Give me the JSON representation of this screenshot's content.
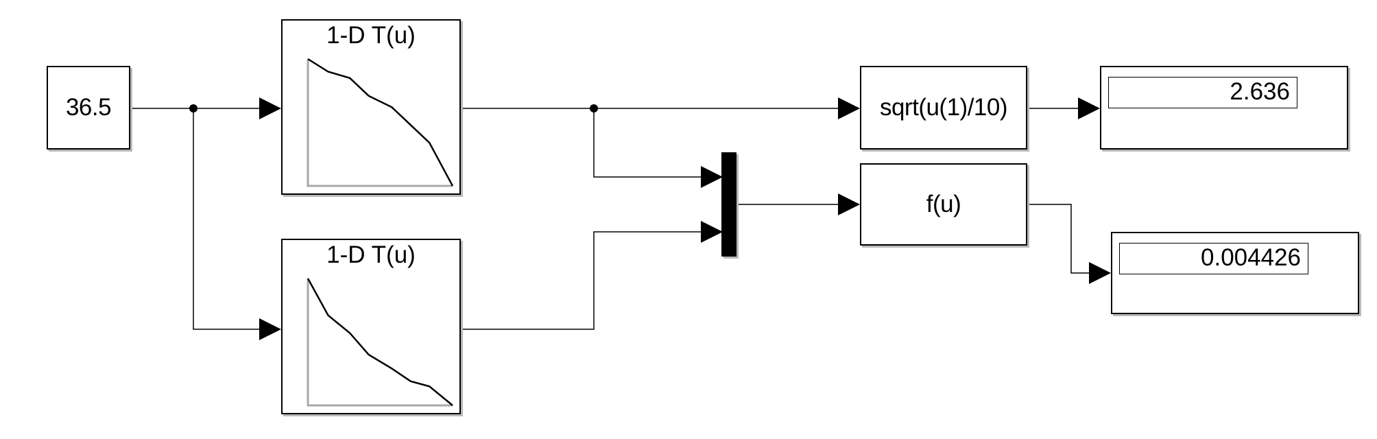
{
  "constant_block": {
    "value": "36.5"
  },
  "lookup_table_upper": {
    "title": "1-D T(u)",
    "curve": [
      [
        0,
        1.0
      ],
      [
        0.14,
        0.9
      ],
      [
        0.29,
        0.85
      ],
      [
        0.42,
        0.71
      ],
      [
        0.58,
        0.62
      ],
      [
        0.71,
        0.48
      ],
      [
        0.84,
        0.34
      ],
      [
        1.0,
        0.0
      ]
    ]
  },
  "lookup_table_lower": {
    "title": "1-D T(u)",
    "curve": [
      [
        0,
        1.0
      ],
      [
        0.14,
        0.71
      ],
      [
        0.29,
        0.57
      ],
      [
        0.42,
        0.4
      ],
      [
        0.58,
        0.29
      ],
      [
        0.71,
        0.19
      ],
      [
        0.84,
        0.15
      ],
      [
        1.0,
        0.0
      ]
    ]
  },
  "fcn_upper": {
    "expression": "sqrt(u(1)/10)"
  },
  "fcn_lower": {
    "expression": "f(u)"
  },
  "display_upper": {
    "value": "2.636"
  },
  "display_lower": {
    "value": "0.004426"
  }
}
